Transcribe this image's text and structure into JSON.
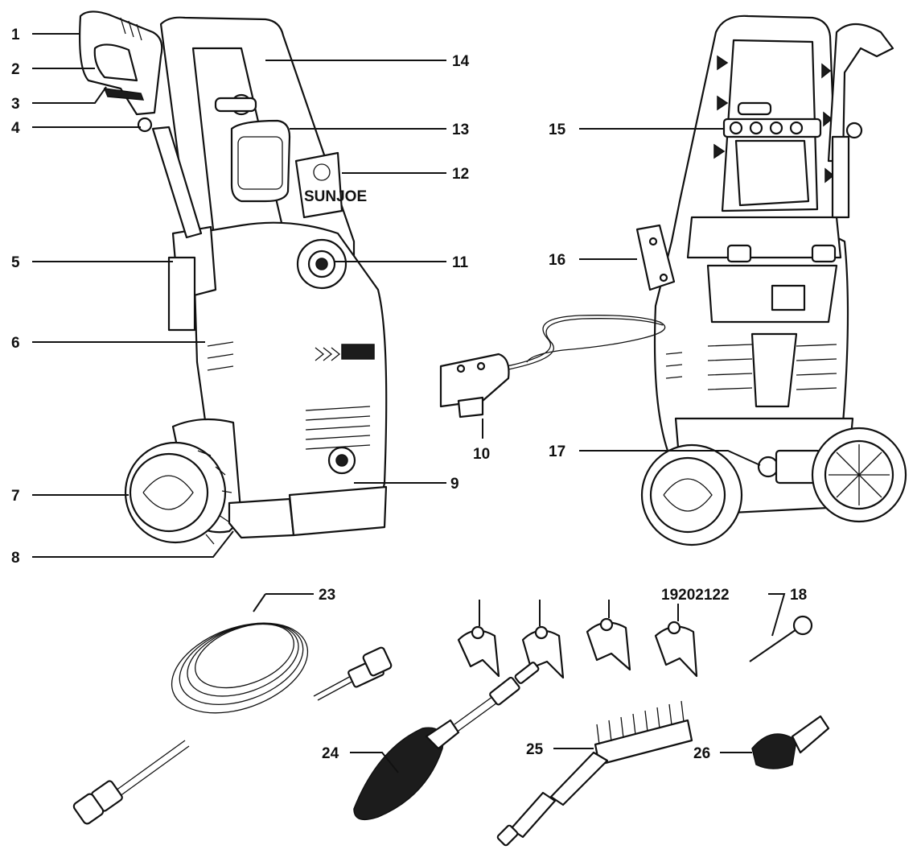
{
  "labels": {
    "l1": "1",
    "l2": "2",
    "l3": "3",
    "l4": "4",
    "l5": "5",
    "l6": "6",
    "l7": "7",
    "l8": "8",
    "l9": "9",
    "l10": "10",
    "l11": "11",
    "l12": "12",
    "l13": "13",
    "l14": "14",
    "l15": "15",
    "l16": "16",
    "l17": "17",
    "l18": "18",
    "l19_22": "19202122",
    "l23": "23",
    "l24": "24",
    "l25": "25",
    "l26": "26"
  },
  "brand_text": "SUNJOE",
  "colors": {
    "ink": "#111111",
    "background": "#ffffff"
  }
}
